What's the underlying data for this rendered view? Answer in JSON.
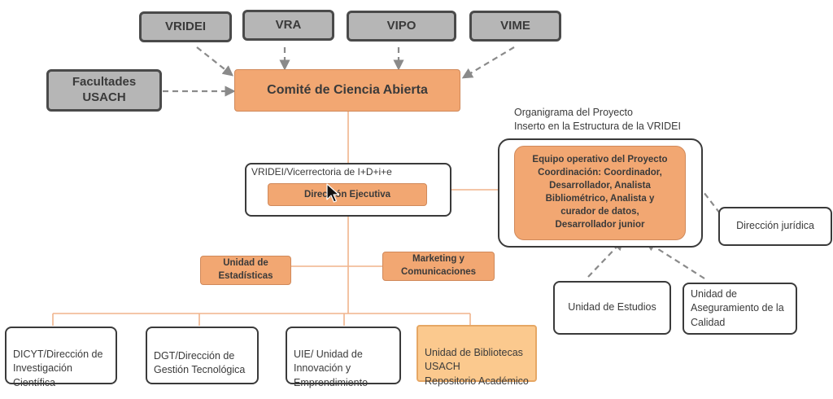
{
  "top_units": {
    "vridei": "VRIDEI",
    "vra": "VRA",
    "vipo": "VIPO",
    "vime": "VIME",
    "facultades": "Facultades\nUSACH"
  },
  "committee": "Comité de Ciencia Abierta",
  "vicerrectoria": {
    "title": "VRIDEI/Vicerrectoria de I+D+i+e",
    "direction": "Dirección Ejecutiva"
  },
  "project": {
    "caption": "Organigrama del Proyecto\nInserto en la Estructura de la VRIDEI",
    "team": "Equipo operativo del Proyecto\nCoordinación: Coordinador,\nDesarrollador, Analista\nBibliométrico, Analista y\ncurador de datos,\nDesarrollador junior"
  },
  "support_units": {
    "juridica": "Dirección jurídica",
    "estudios": "Unidad de Estudios",
    "calidad": "Unidad de\nAseguramiento de la\nCalidad"
  },
  "middle_units": {
    "estadisticas": "Unidad de\nEstadísticas",
    "marketing": "Marketing y\nComunicaciones"
  },
  "bottom_units": {
    "dicyt": "DICYT/Dirección de\nInvestigación\nCientífica",
    "dgt": "DGT/Dirección de\nGestión Tecnológica",
    "uie": "UIE/ Unidad de\nInnovación y\nEmprendimiento",
    "bibliotecas": "Unidad de Bibliotecas\nUSACH\nRepositorio Académico"
  },
  "colors": {
    "orange_fill": "#f2a772",
    "light_orange_fill": "#fbc98e",
    "gray_fill": "#b6b6b6",
    "connector_orange": "#f0b48c",
    "dashed_gray": "#8a8a8a"
  }
}
